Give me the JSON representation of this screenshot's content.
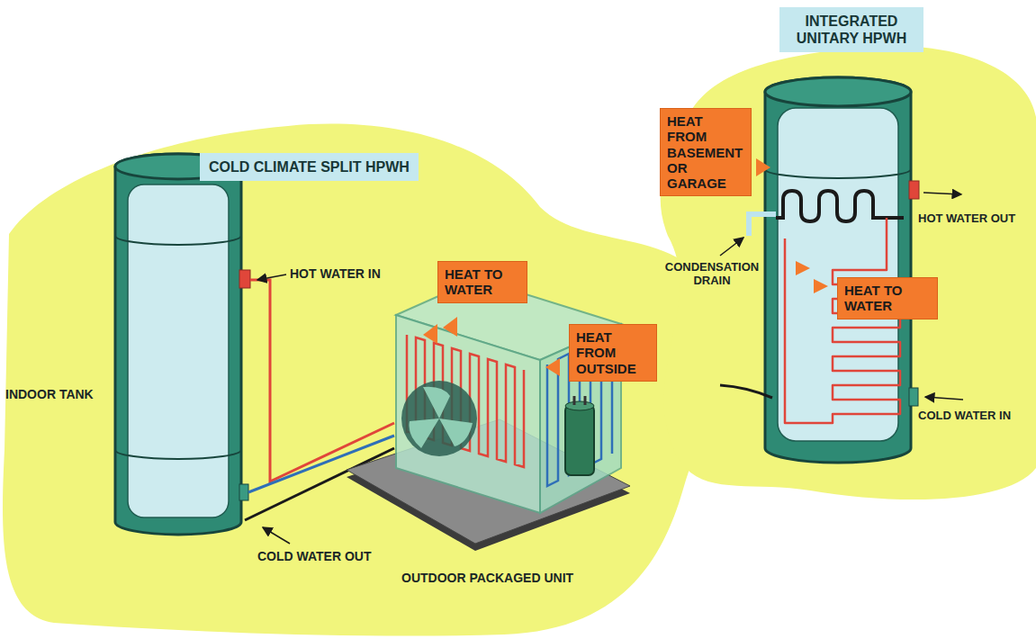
{
  "diagram": {
    "nodes": [
      {
        "text": [
          "INTEGRATED UNITARY HPWH"
        ]
      },
      {
        "text": [
          "HEAT FROM BASEMENT OR GARAGE"
        ]
      },
      {
        "text": [
          "COLD CLIMATE SPLIT HPWH"
        ]
      },
      {
        "text": [
          "HEAT TO WATER"
        ]
      },
      {
        "text": [
          "HEAT TO WATER"
        ]
      },
      {
        "text": [
          "HEAT FROM OUTSIDE"
        ]
      }
    ],
    "labels": [
      "HOT WATER OUT",
      "CONDENSATION DRAIN",
      "HOT WATER IN",
      "INDOOR TANK",
      "COLD WATER IN",
      "COLD WATER OUT",
      "OUTDOOR PACKAGED UNIT"
    ]
  }
}
